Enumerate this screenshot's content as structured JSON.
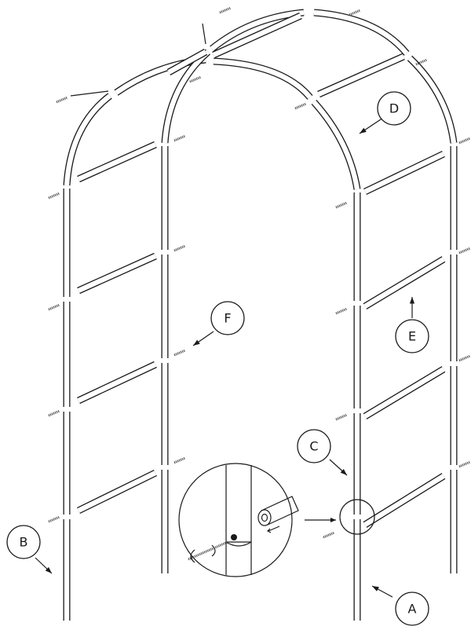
{
  "diagram": {
    "labels": [
      {
        "id": "A",
        "text": "A"
      },
      {
        "id": "B",
        "text": "B"
      },
      {
        "id": "C",
        "text": "C"
      },
      {
        "id": "D",
        "text": "D"
      },
      {
        "id": "E",
        "text": "E"
      },
      {
        "id": "F",
        "text": "F"
      }
    ],
    "line_color": "#1a1a1a"
  }
}
